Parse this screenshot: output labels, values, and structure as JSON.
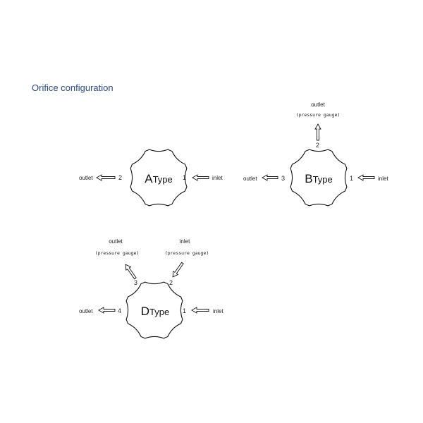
{
  "title": "Orifice configuration",
  "diagrams": {
    "a": {
      "letter": "A",
      "word": "Type",
      "left_label": "outlet",
      "left_num": "2",
      "right_num": "1",
      "right_label": "inlet"
    },
    "b": {
      "letter": "B",
      "word": "Type",
      "top_label": "outlet",
      "top_sub": "(pressure gauge)",
      "top_num": "2",
      "left_label": "outlet",
      "left_num": "3",
      "right_num": "1",
      "right_label": "inlet"
    },
    "d": {
      "letter": "D",
      "word": "Type",
      "topleft_label": "outlet",
      "topleft_sub": "(pressure gauge)",
      "topleft_num": "3",
      "topright_label": "inlet",
      "topright_sub": "(pressure gauge)",
      "topright_num": "2",
      "left_label": "outlet",
      "left_num": "4",
      "right_num": "1",
      "right_label": "inlet"
    }
  }
}
